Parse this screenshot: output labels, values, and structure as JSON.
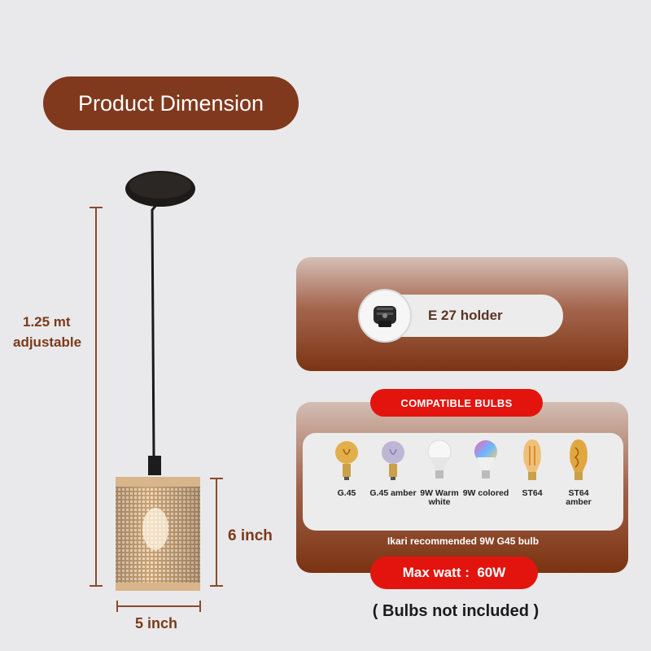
{
  "title": "Product Dimension",
  "dimensions": {
    "cord_length": "1.25 mt",
    "cord_note": "adjustable",
    "height": "6 inch",
    "width": "5 inch"
  },
  "holder": {
    "label": "E 27 holder",
    "icon": "lamp-holder-icon"
  },
  "compatible": {
    "header": "COMPATIBLE BULBS",
    "bulbs": [
      {
        "label": "G.45",
        "icon": "g45-bulb-icon"
      },
      {
        "label": "G.45 amber",
        "icon": "g45-amber-bulb-icon"
      },
      {
        "label": "9W Warm white",
        "icon": "led-bulb-icon"
      },
      {
        "label": "9W colored",
        "icon": "rgb-bulb-icon"
      },
      {
        "label": "ST64",
        "icon": "st64-bulb-icon"
      },
      {
        "label": "ST64 amber",
        "icon": "st64-amber-bulb-icon"
      }
    ],
    "recommendation": "Ikari recommended 9W G45 bulb",
    "max_watt": "Max watt :  60W"
  },
  "note": "( Bulbs not included )",
  "colors": {
    "brand_brown": "#80391d",
    "accent_red": "#e3140d",
    "background": "#e9e9eb"
  }
}
